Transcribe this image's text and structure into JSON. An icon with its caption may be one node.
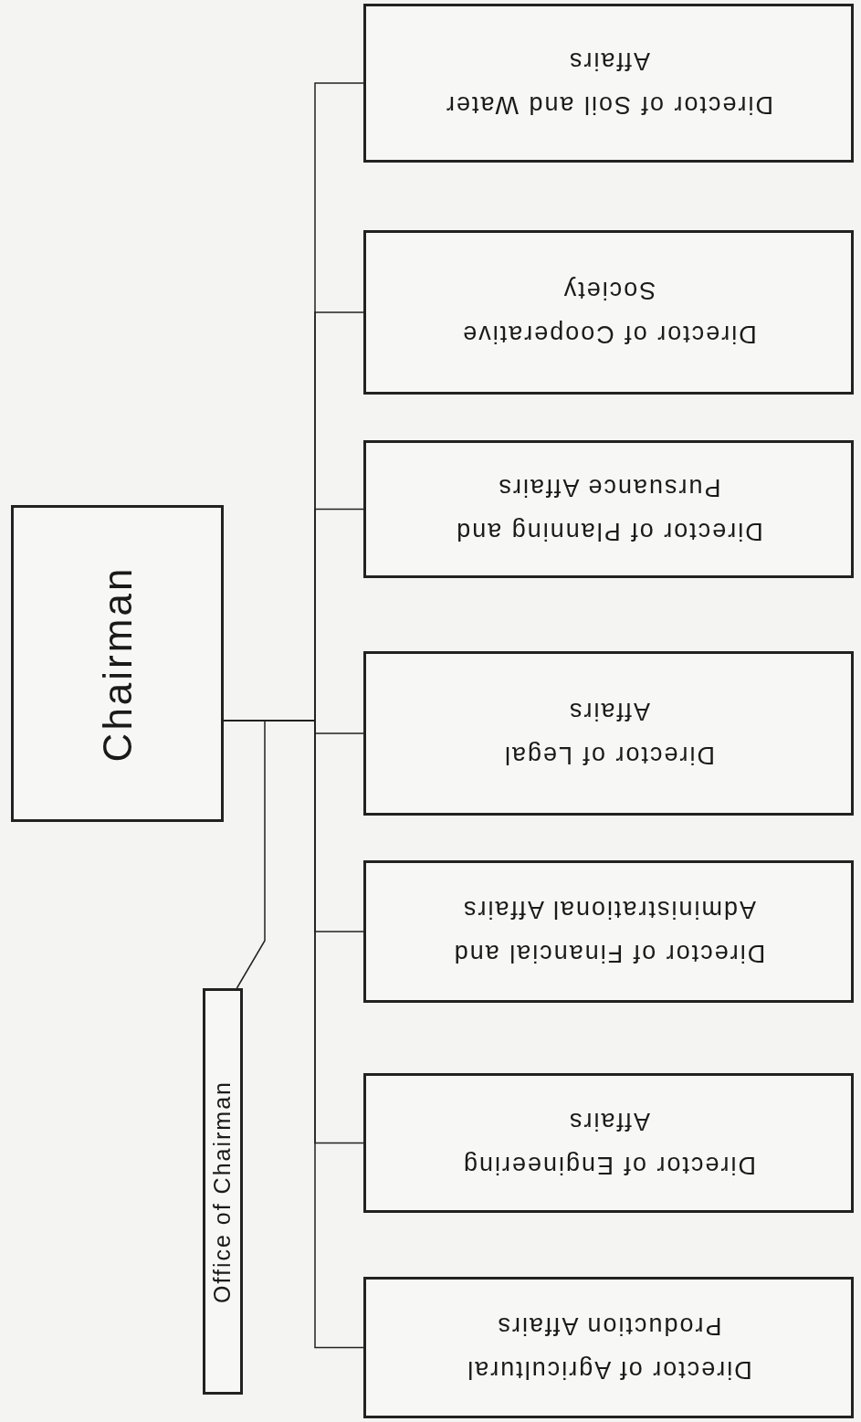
{
  "diagram": {
    "nodes": [
      {
        "text": [
          "Chairman"
        ]
      },
      {
        "text": [
          "Office of Chairman"
        ]
      },
      {
        "text": [
          "Director of Soil and Water Affairs"
        ]
      },
      {
        "text": [
          "Director of Cooperative Society"
        ]
      },
      {
        "text": [
          "Director of Planning and Pursuance Affairs"
        ]
      },
      {
        "text": [
          "Director of Legal Affairs"
        ]
      },
      {
        "text": [
          "Director of Financial and Administrational Affairs"
        ]
      },
      {
        "text": [
          "Director of Engineering Affairs"
        ]
      },
      {
        "text": [
          "Director of Agricultural Production Affairs"
        ]
      }
    ],
    "edges": [
      {
        "from": 0,
        "to": 1,
        "arrow": "none"
      },
      {
        "from": 0,
        "to": 2,
        "arrow": "none"
      },
      {
        "from": 0,
        "to": 3,
        "arrow": "none"
      },
      {
        "from": 0,
        "to": 4,
        "arrow": "none"
      },
      {
        "from": 0,
        "to": 5,
        "arrow": "none"
      },
      {
        "from": 0,
        "to": 6,
        "arrow": "none"
      },
      {
        "from": 0,
        "to": 7,
        "arrow": "none"
      },
      {
        "from": 0,
        "to": 8,
        "arrow": "none"
      }
    ]
  }
}
